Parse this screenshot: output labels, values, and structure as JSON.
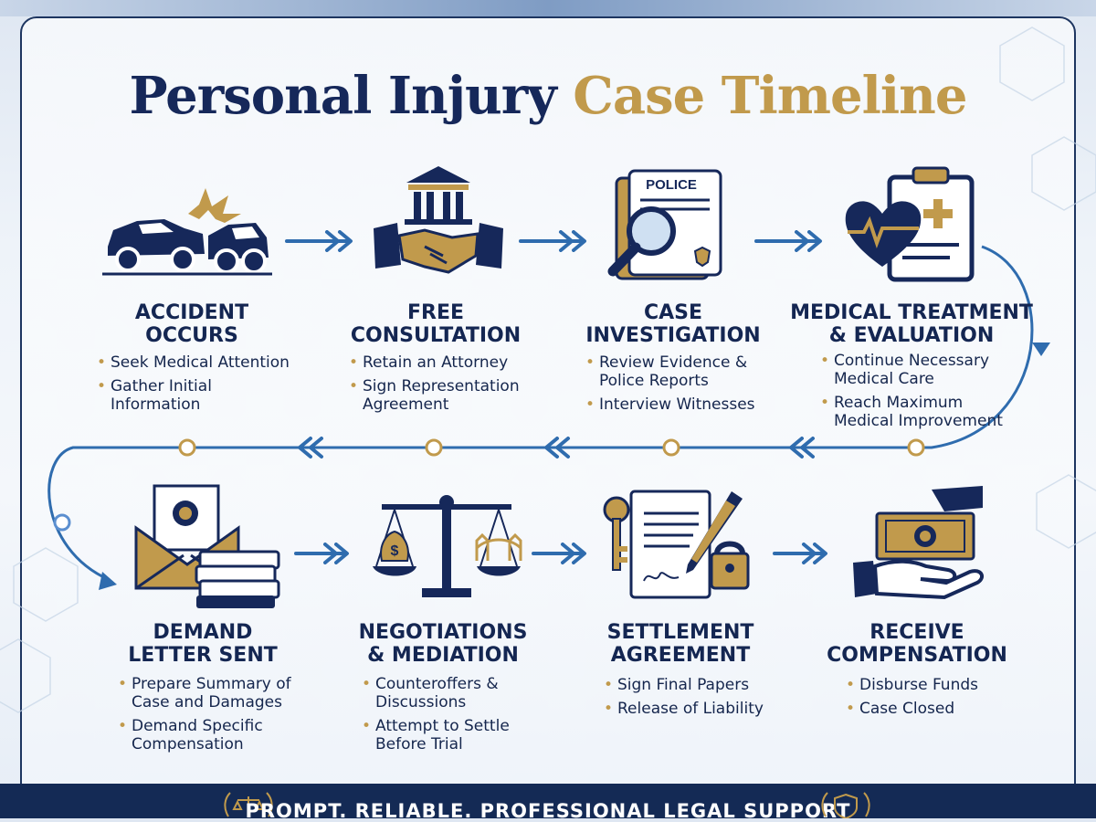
{
  "title": {
    "part1": "Personal Injury",
    "part2": "Case Timeline"
  },
  "colors": {
    "navy": "#16285a",
    "gold": "#c19a4c",
    "blue": "#2f6cae"
  },
  "steps": [
    {
      "label_line1": "ACCIDENT",
      "label_line2": "OCCURS",
      "icon": "car-crash-icon",
      "bullets": [
        [
          "Seek Medical Attention"
        ],
        [
          "Gather Initial",
          "Information"
        ]
      ]
    },
    {
      "label_line1": "FREE",
      "label_line2": "CONSULTATION",
      "icon": "handshake-courthouse-icon",
      "bullets": [
        [
          "Retain an Attorney"
        ],
        [
          "Sign Representation",
          "Agreement"
        ]
      ]
    },
    {
      "label_line1": "CASE",
      "label_line2": "INVESTIGATION",
      "icon": "police-report-magnifier-icon",
      "bullets": [
        [
          "Review Evidence &",
          "Police Reports"
        ],
        [
          "Interview Witnesses"
        ]
      ]
    },
    {
      "label_line1": "MEDICAL TREATMENT",
      "label_line2": "& EVALUATION",
      "icon": "heart-clipboard-icon",
      "bullets": [
        [
          "Continue Necessary",
          "Medical Care"
        ],
        [
          "Reach Maximum",
          "Medical Improvement"
        ]
      ]
    },
    {
      "label_line1": "DEMAND",
      "label_line2": "LETTER SENT",
      "icon": "envelope-money-icon",
      "bullets": [
        [
          "Prepare Summary of",
          "Case and Damages"
        ],
        [
          "Demand Specific",
          "Compensation"
        ]
      ]
    },
    {
      "label_line1": "NEGOTIATIONS",
      "label_line2": "& MEDIATION",
      "icon": "scales-bridge-icon",
      "bullets": [
        [
          "Counteroffers &",
          "Discussions"
        ],
        [
          "Attempt to Settle",
          "Before Trial"
        ]
      ]
    },
    {
      "label_line1": "SETTLEMENT",
      "label_line2": "AGREEMENT",
      "icon": "contract-pen-lock-icon",
      "bullets": [
        [
          "Sign Final Papers"
        ],
        [
          "Release of Liability"
        ]
      ]
    },
    {
      "label_line1": "RECEIVE",
      "label_line2": "COMPENSATION",
      "icon": "hand-cash-icon",
      "bullets": [
        [
          "Disburse Funds"
        ],
        [
          "Case Closed"
        ]
      ]
    }
  ],
  "footer": {
    "tagline": "PROMPT. RELIABLE. PROFESSIONAL LEGAL SUPPORT"
  }
}
